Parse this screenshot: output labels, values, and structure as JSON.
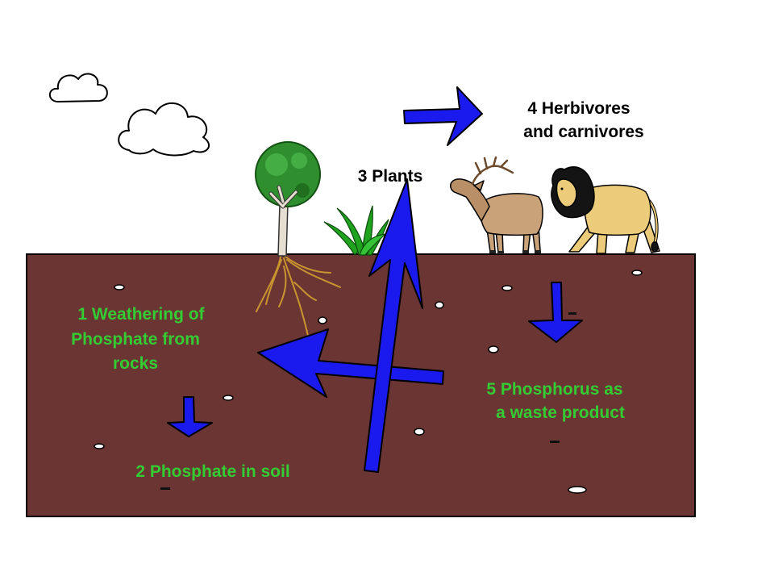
{
  "labels": {
    "step4_line1": "4 Herbivores",
    "step4_line2": "and carnivores",
    "step3": "3 Plants",
    "step1_line1": "1 Weathering of",
    "step1_line2": "Phosphate from",
    "step1_line3": "rocks",
    "step2": "2 Phosphate in soil",
    "step5_line1": "5 Phosphorus as",
    "step5_line2": "a waste product"
  },
  "colors": {
    "background": "#ffffff",
    "soil": "#6b3533",
    "step_text_green": "#33cc33",
    "black_text": "#000000",
    "arrow": "#1a1aee",
    "pebble": "#ffffff"
  }
}
